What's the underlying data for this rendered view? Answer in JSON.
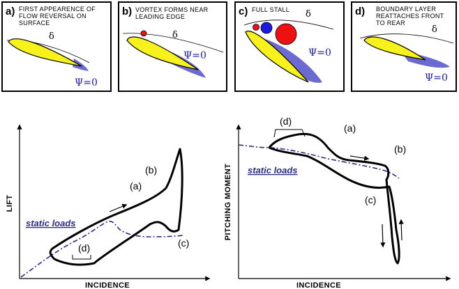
{
  "panels": [
    {
      "letter": "a)",
      "caption_lines": [
        "FIRST APPEARENCE OF",
        "FLOW REVERSAL ON",
        "SURFACE"
      ],
      "delta": "δ",
      "psi": "Ψ=0"
    },
    {
      "letter": "b)",
      "caption_lines": [
        "VORTEX FORMS NEAR",
        "LEADING EDGE"
      ],
      "delta": "δ",
      "psi": "Ψ=0"
    },
    {
      "letter": "c)",
      "caption_lines": [
        "FULL STALL"
      ],
      "delta": "δ",
      "psi": "Ψ=0"
    },
    {
      "letter": "d)",
      "caption_lines": [
        "BOUNDARY LAYER",
        "REATTACHES FRONT",
        "TO  REAR"
      ],
      "delta": "δ",
      "psi": "Ψ=0"
    }
  ],
  "lift_plot": {
    "ylabel": "LIFT",
    "xlabel": "INCIDENCE",
    "static_label": "static loads",
    "points": [
      "(a)",
      "(b)",
      "(c)",
      "(d)"
    ]
  },
  "moment_plot": {
    "ylabel": "PITCHING MOMENT",
    "xlabel": "INCIDENCE",
    "static_label": "static loads",
    "points": [
      "(a)",
      "(b)",
      "(c)",
      "(d)"
    ]
  },
  "colors": {
    "airfoil_fill": "#f7f21c",
    "separated_region": "#6a6ad0",
    "vortex_red": "#ee1111",
    "vortex_blue": "#1a1ae0",
    "psi_text": "#1a1aa8",
    "static_curve": "#2b2b8a"
  }
}
